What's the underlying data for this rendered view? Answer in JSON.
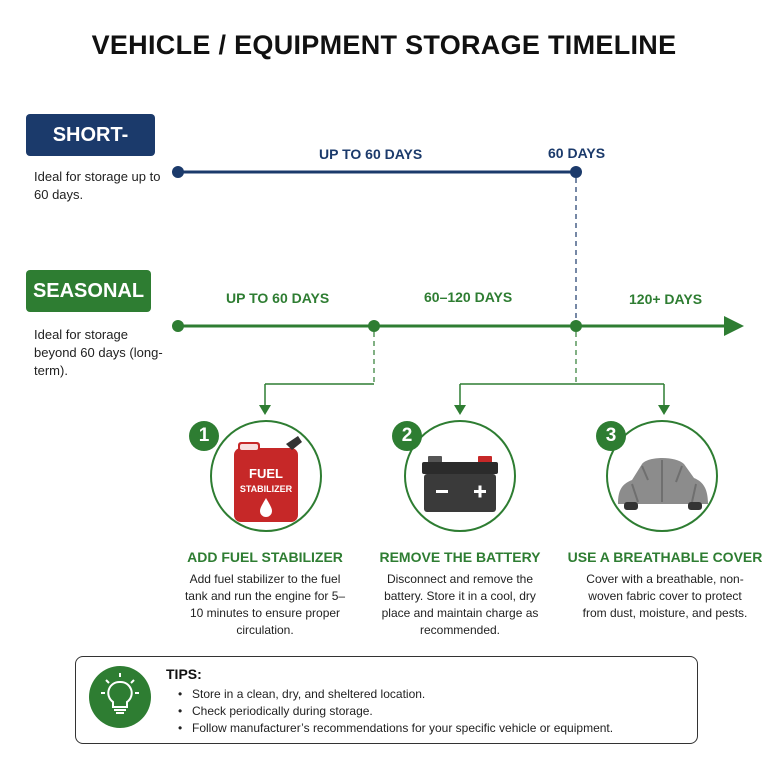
{
  "title": "VEHICLE / EQUIPMENT STORAGE TIMELINE",
  "short_term": {
    "badge": "SHORT-TERM",
    "description": "Ideal for storage up to 60 days.",
    "range_label": "UP TO 60 DAYS",
    "end_label": "60 DAYS"
  },
  "seasonal": {
    "badge": "SEASONAL",
    "description": "Ideal for storage beyond 60 days (long-term).",
    "segments": [
      "UP TO 60 DAYS",
      "60–120 DAYS",
      "120+ DAYS"
    ]
  },
  "steps": [
    {
      "number": "1",
      "title": "ADD FUEL STABILIZER",
      "description": "Add fuel stabilizer to the fuel tank and run the engine for 5–10 minutes to ensure proper circulation.",
      "icon": "fuel-can-icon",
      "icon_text_top": "FUEL",
      "icon_text_bottom": "STABILIZER"
    },
    {
      "number": "2",
      "title": "REMOVE THE BATTERY",
      "description": "Disconnect and remove the battery. Store it in a cool, dry place and maintain charge as recommended.",
      "icon": "battery-icon"
    },
    {
      "number": "3",
      "title": "USE A BREATHABLE COVER",
      "description": "Cover with a breathable, non-woven fabric cover to protect from dust, moisture, and pests.",
      "icon": "covered-vehicle-icon"
    }
  ],
  "tips": {
    "heading": "TIPS:",
    "icon": "lightbulb-icon",
    "items": [
      "Store in a clean, dry, and sheltered location.",
      "Check periodically during storage.",
      "Follow manufacturer’s recommendations for your specific vehicle or equipment."
    ]
  },
  "colors": {
    "navy": "#1b3a6b",
    "green": "#2e7d32",
    "red": "#c62828"
  }
}
